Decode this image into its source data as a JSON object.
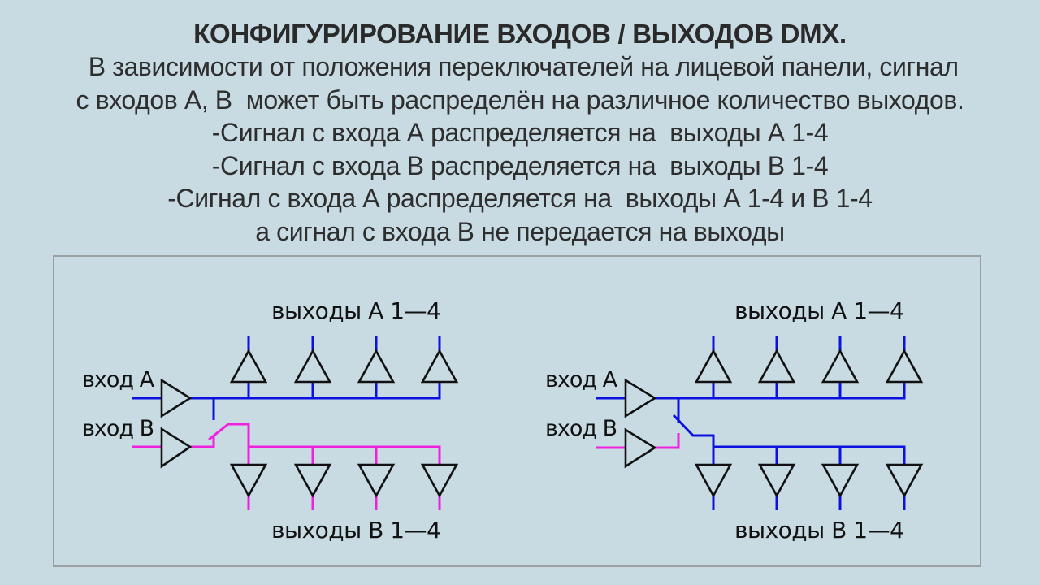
{
  "header": {
    "title": "КОНФИГУРИРОВАНИЕ ВХОДОВ / ВЫХОДОВ DMX.",
    "lines": [
      " В зависимости от положения переключателей на лицевой панели, сигнал",
      "с входов А, В  может быть распределён на различное количество выходов.",
      "-Сигнал с входа А распределяется на  выходы А 1-4",
      "-Сигнал с входа В распределяется на  выходы В 1-4",
      "-Сигнал с входа А распределяется на  выходы А 1-4 и В 1-4",
      "а сигнал с входа В не передается на выходы"
    ]
  },
  "colors": {
    "background": "#c8dbe3",
    "frame_border": "#9a9fa2",
    "signal_a": "#0b12e0",
    "signal_b": "#ee22dd",
    "symbol": "#111111"
  },
  "diagrams": [
    {
      "id": "separate",
      "input_a_label": "вход А",
      "input_b_label": "вход В",
      "outputs_a_label": "выходы А  1—4",
      "outputs_b_label": "выходы В  1—4",
      "switch_position": "B to outputs B",
      "outputs_b_signal": "B"
    },
    {
      "id": "merged",
      "input_a_label": "вход А",
      "input_b_label": "вход В",
      "outputs_a_label": "выходы А  1—4",
      "outputs_b_label": "выходы В  1—4",
      "switch_position": "A to outputs B",
      "outputs_b_signal": "A"
    }
  ]
}
